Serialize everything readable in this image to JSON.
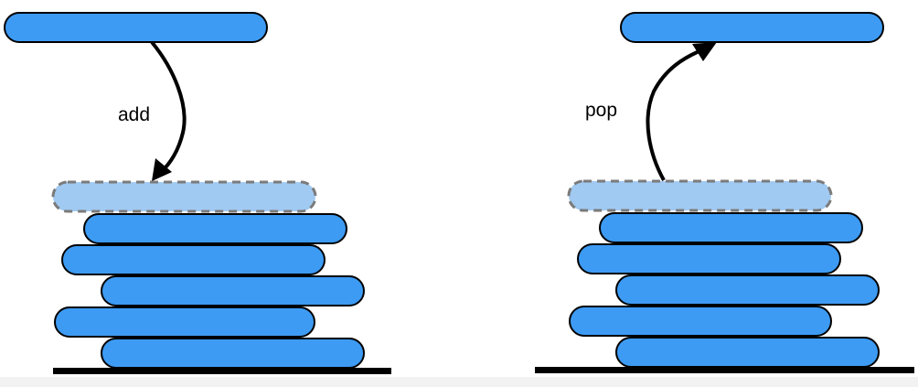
{
  "diagram": {
    "panels": [
      {
        "id": "add-panel",
        "operation_label": "add",
        "stack_plate_count": 5,
        "arrow_direction": "down",
        "colors": {
          "plate_fill": "#3d9bf3",
          "ghost_fill": "#a1caf2",
          "ghost_border": "#7b7b7b",
          "outline": "#000000"
        }
      },
      {
        "id": "pop-panel",
        "operation_label": "pop",
        "stack_plate_count": 5,
        "arrow_direction": "up",
        "colors": {
          "plate_fill": "#3d9bf3",
          "ghost_fill": "#a1caf2",
          "ghost_border": "#7b7b7b",
          "outline": "#000000"
        }
      }
    ]
  }
}
